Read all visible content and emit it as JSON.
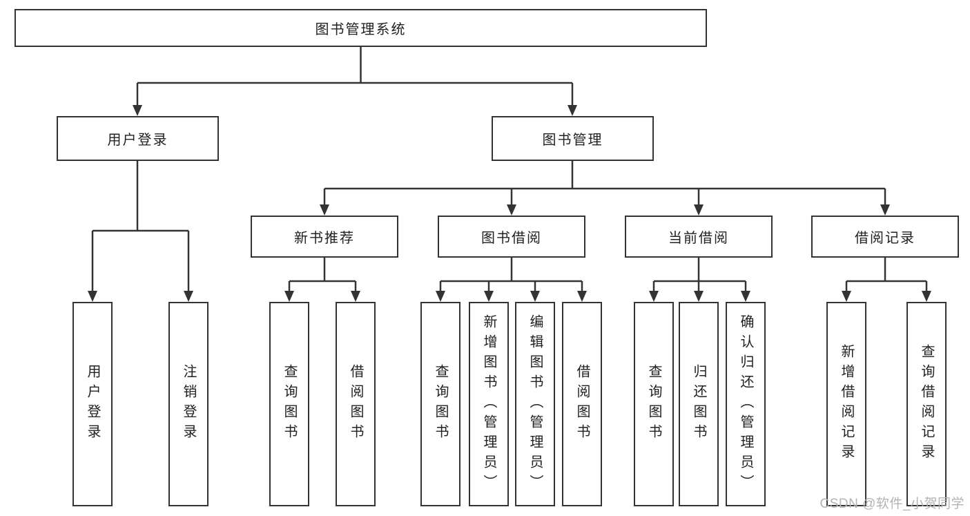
{
  "diagram_title": "图书管理系统",
  "tree": {
    "root": {
      "label": "图书管理系统",
      "children": [
        {
          "label": "用户登录",
          "children": [
            {
              "label": "用户登录"
            },
            {
              "label": "注销登录"
            }
          ]
        },
        {
          "label": "图书管理",
          "children": [
            {
              "label": "新书推荐",
              "children": [
                {
                  "label": "查询图书"
                },
                {
                  "label": "借阅图书"
                }
              ]
            },
            {
              "label": "图书借阅",
              "children": [
                {
                  "label": "查询图书"
                },
                {
                  "label": "新增图书（管理员）"
                },
                {
                  "label": "编辑图书（管理员）"
                },
                {
                  "label": "借阅图书"
                }
              ]
            },
            {
              "label": "当前借阅",
              "children": [
                {
                  "label": "查询图书"
                },
                {
                  "label": "归还图书"
                },
                {
                  "label": "确认归还（管理员）"
                }
              ]
            },
            {
              "label": "借阅记录",
              "children": [
                {
                  "label": "新增借阅记录"
                },
                {
                  "label": "查询借阅记录"
                }
              ]
            }
          ]
        }
      ]
    }
  },
  "watermark": {
    "text": "CSDN @软件_小贺同学"
  },
  "colors": {
    "line": "#333333",
    "box_border": "#333333",
    "box_text": "#212121",
    "background": "#ffffff",
    "watermark": "#b3b3b3"
  }
}
